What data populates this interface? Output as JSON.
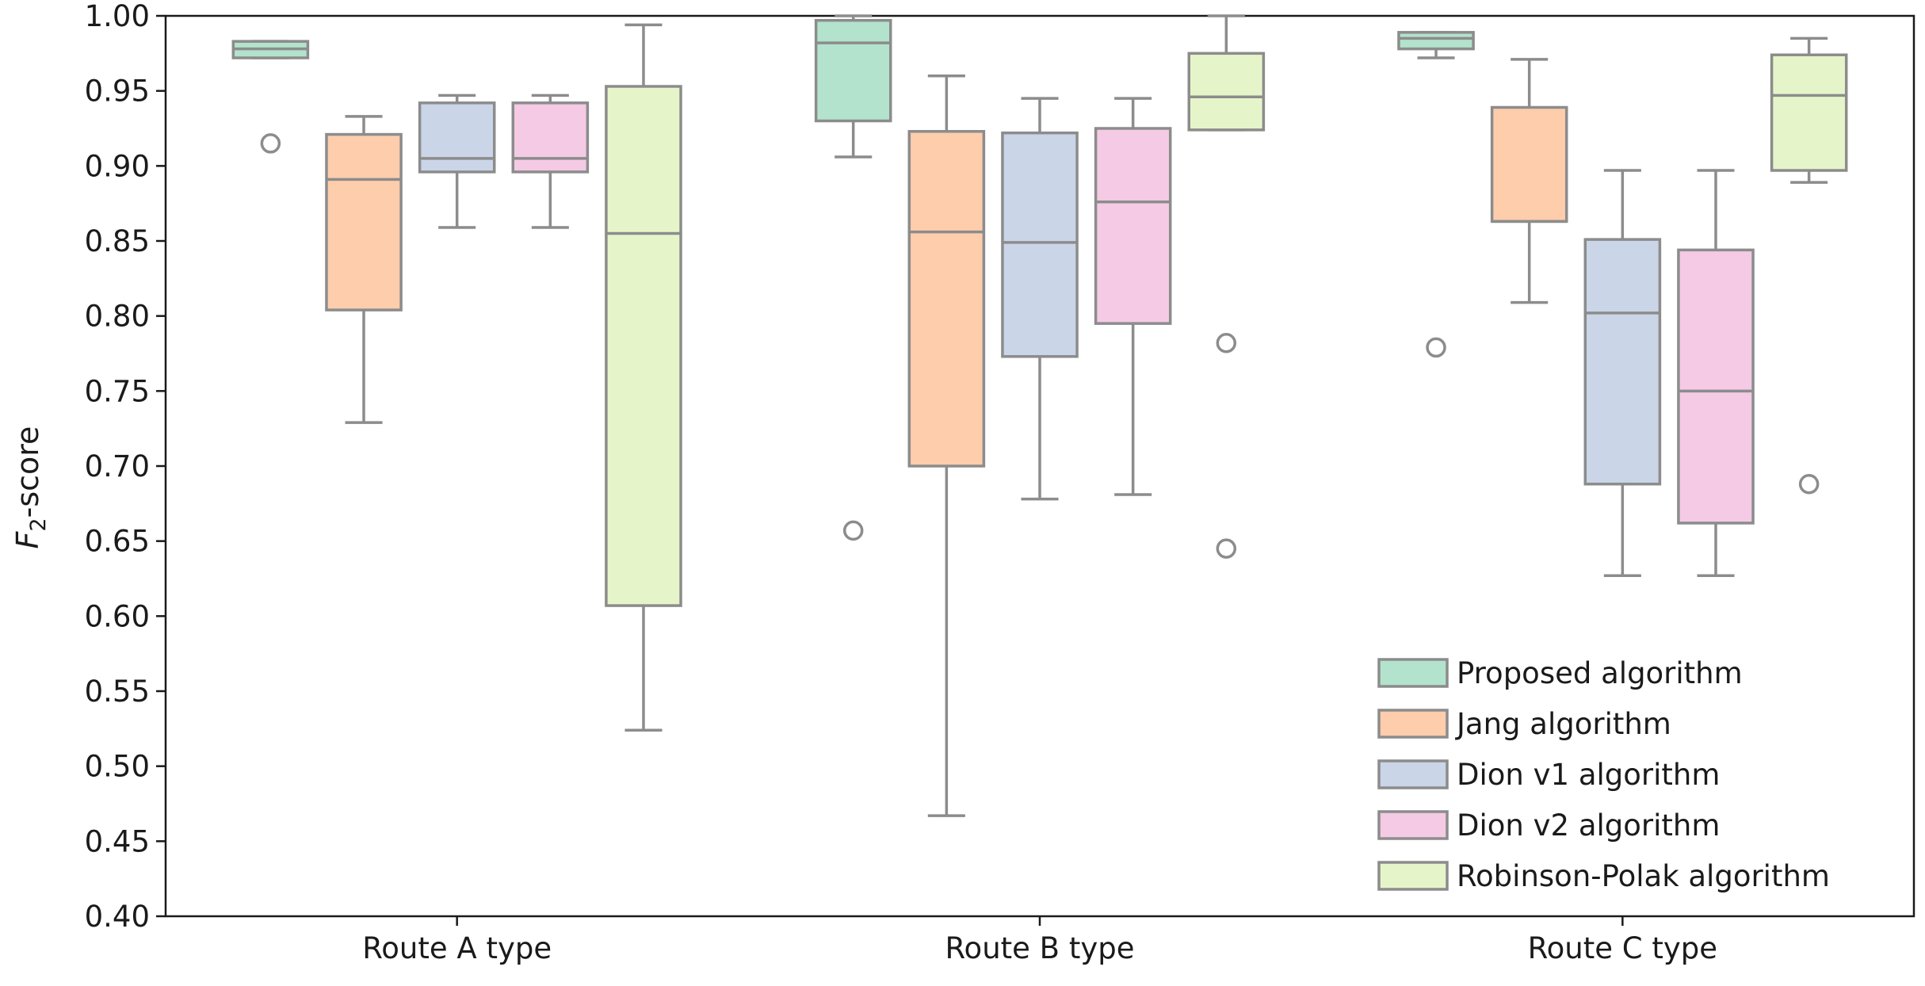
{
  "chart_data": {
    "type": "box",
    "title": "",
    "xlabel": "",
    "ylabel": {
      "main": "F",
      "sub": "2",
      "rest": "-score"
    },
    "ylim": [
      0.4,
      1.0
    ],
    "yticks": [
      "0.40",
      "0.45",
      "0.50",
      "0.55",
      "0.60",
      "0.65",
      "0.70",
      "0.75",
      "0.80",
      "0.85",
      "0.90",
      "0.95",
      "1.00"
    ],
    "categories": [
      "Route A type",
      "Route B type",
      "Route C type"
    ],
    "grid": false,
    "legend_position": "bottom-right",
    "colors": {
      "edge": "#8c8c8c",
      "axis": "#1a1a1a"
    },
    "series": [
      {
        "name": "Proposed algorithm",
        "color": "#b3e2cd",
        "boxes": [
          {
            "whislo": 0.972,
            "q1": 0.972,
            "med": 0.978,
            "q3": 0.983,
            "whishi": 0.983,
            "fliers": [
              0.915
            ]
          },
          {
            "whislo": 0.906,
            "q1": 0.93,
            "med": 0.982,
            "q3": 0.997,
            "whishi": 1.0,
            "fliers": [
              0.657
            ]
          },
          {
            "whislo": 0.972,
            "q1": 0.978,
            "med": 0.985,
            "q3": 0.989,
            "whishi": 0.989,
            "fliers": [
              0.779
            ]
          }
        ]
      },
      {
        "name": "Jang algorithm",
        "color": "#fdcdac",
        "boxes": [
          {
            "whislo": 0.729,
            "q1": 0.804,
            "med": 0.891,
            "q3": 0.921,
            "whishi": 0.933,
            "fliers": []
          },
          {
            "whislo": 0.467,
            "q1": 0.7,
            "med": 0.856,
            "q3": 0.923,
            "whishi": 0.96,
            "fliers": []
          },
          {
            "whislo": 0.809,
            "q1": 0.863,
            "med": 0.863,
            "q3": 0.939,
            "whishi": 0.971,
            "fliers": []
          }
        ]
      },
      {
        "name": "Dion v1 algorithm",
        "color": "#cbd5e8",
        "boxes": [
          {
            "whislo": 0.859,
            "q1": 0.896,
            "med": 0.905,
            "q3": 0.942,
            "whishi": 0.947,
            "fliers": []
          },
          {
            "whislo": 0.678,
            "q1": 0.773,
            "med": 0.849,
            "q3": 0.922,
            "whishi": 0.945,
            "fliers": []
          },
          {
            "whislo": 0.627,
            "q1": 0.688,
            "med": 0.802,
            "q3": 0.851,
            "whishi": 0.897,
            "fliers": []
          }
        ]
      },
      {
        "name": "Dion v2 algorithm",
        "color": "#f4cae4",
        "boxes": [
          {
            "whislo": 0.859,
            "q1": 0.896,
            "med": 0.905,
            "q3": 0.942,
            "whishi": 0.947,
            "fliers": []
          },
          {
            "whislo": 0.681,
            "q1": 0.795,
            "med": 0.876,
            "q3": 0.925,
            "whishi": 0.945,
            "fliers": []
          },
          {
            "whislo": 0.627,
            "q1": 0.662,
            "med": 0.75,
            "q3": 0.844,
            "whishi": 0.897,
            "fliers": []
          }
        ]
      },
      {
        "name": "Robinson-Polak algorithm",
        "color": "#e6f5c9",
        "boxes": [
          {
            "whislo": 0.524,
            "q1": 0.607,
            "med": 0.855,
            "q3": 0.953,
            "whishi": 0.994,
            "fliers": []
          },
          {
            "whislo": 0.924,
            "q1": 0.924,
            "med": 0.946,
            "q3": 0.975,
            "whishi": 1.0,
            "fliers": [
              0.782,
              0.645
            ]
          },
          {
            "whislo": 0.889,
            "q1": 0.897,
            "med": 0.947,
            "q3": 0.974,
            "whishi": 0.985,
            "fliers": [
              0.688
            ]
          }
        ]
      }
    ]
  }
}
